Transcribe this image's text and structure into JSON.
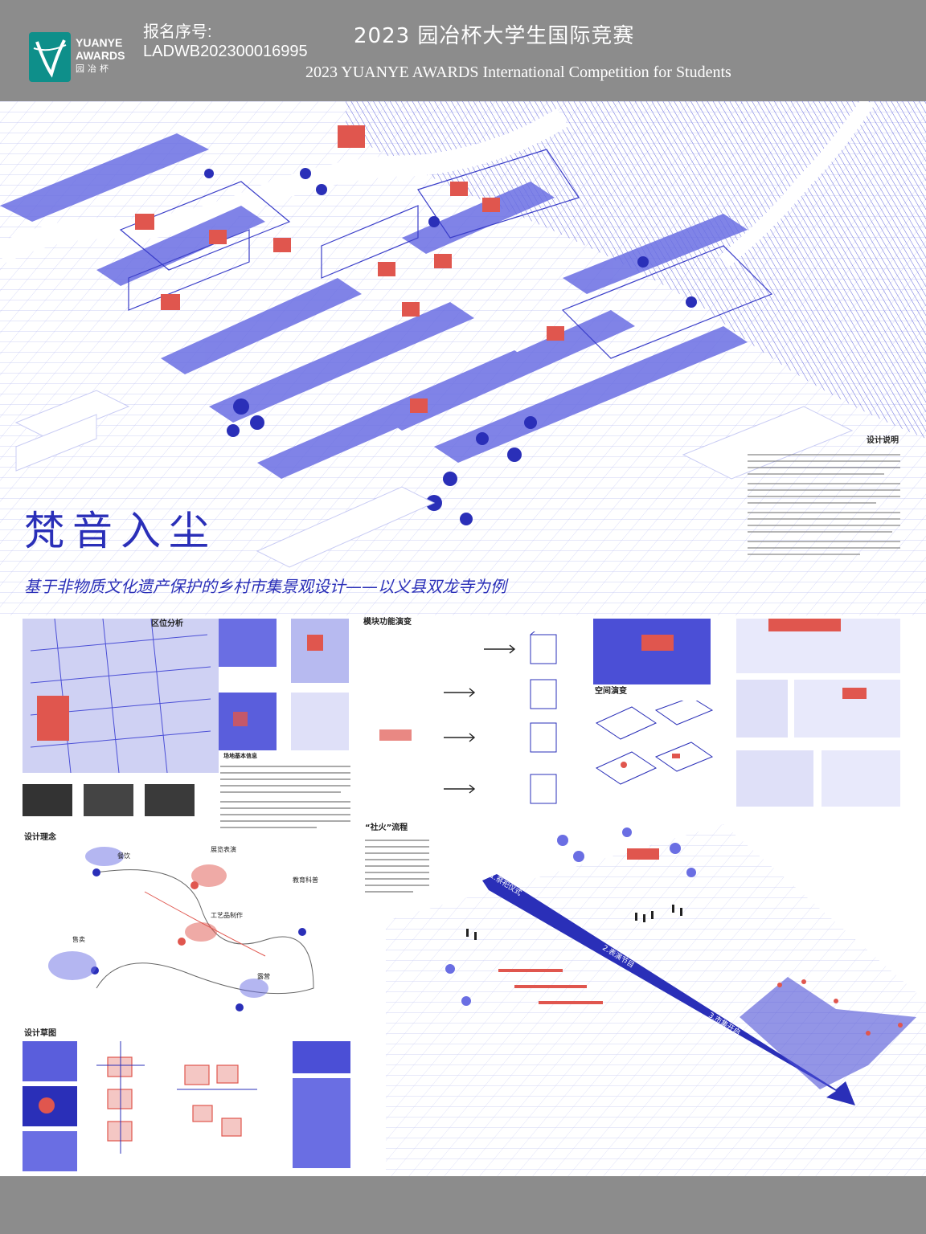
{
  "header": {
    "logo_line1": "YUANYE",
    "logo_line2": "AWARDS",
    "logo_line3": "园冶杯",
    "reg_label": "报名序号:",
    "reg_number": "LADWB202300016995",
    "title_cn": "2023 园冶杯大学生国际竞赛",
    "title_en": "2023 YUANYE AWARDS International Competition for  Students"
  },
  "poster": {
    "title": "梵音入尘",
    "subtitle": "基于非物质文化遗产保护的乡村市集景观设计——以义县双龙寺为例"
  },
  "sections": {
    "design_desc": "设计说明",
    "location": "区位分析",
    "site_info": "场地基本信息",
    "module": "模块功能演变",
    "space": "空间演变",
    "concept": "设计理念",
    "sketch": "设计草图",
    "fire": "“社火”流程"
  },
  "concept_labels": {
    "dining": "餐饮",
    "performance": "展览表演",
    "education": "教育科普",
    "craft": "工艺品制作",
    "selling": "售卖",
    "lodging": "露营"
  },
  "flow_labels": {
    "step1": "1.祭祀仪式",
    "step2": "2.表演节目",
    "step3": "3.市集开启"
  },
  "colors": {
    "accent_blue": "#2a2fb8",
    "line_blue": "#4b4fd6",
    "light_blue": "#9ea3ee",
    "accent_red": "#e0564e",
    "header_gray": "#8c8c8c",
    "logo_teal": "#0e8f8a"
  }
}
